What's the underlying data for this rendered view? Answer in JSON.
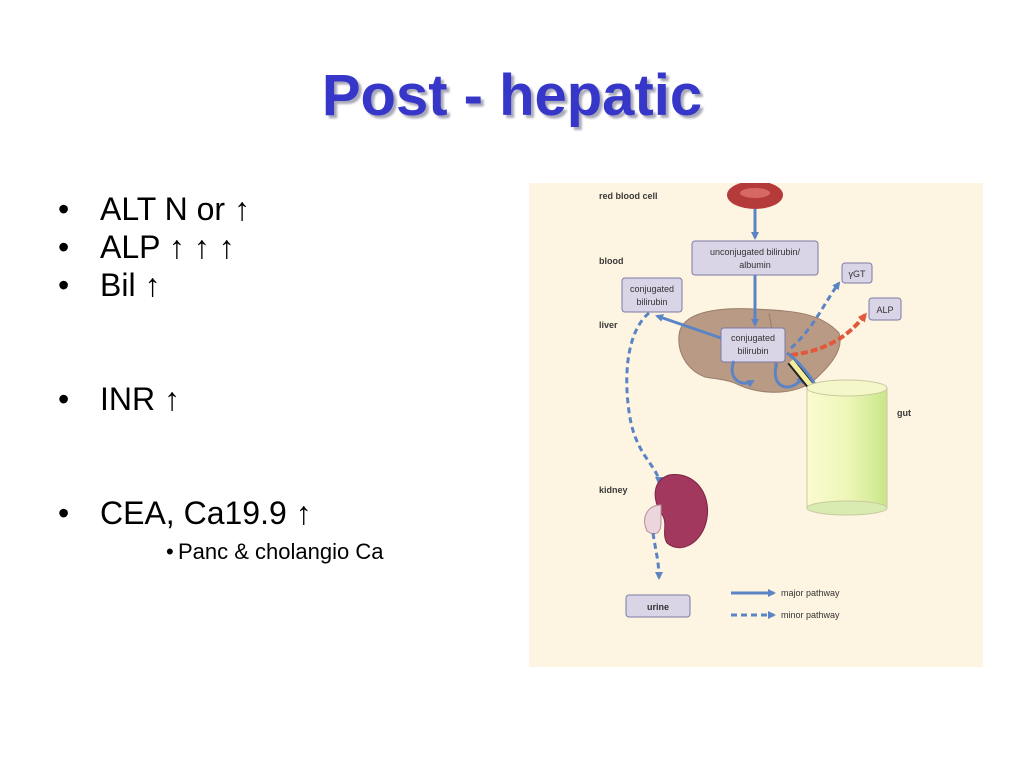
{
  "slide": {
    "title": "Post - hepatic",
    "bullets": [
      {
        "text": "ALT N or ↑"
      },
      {
        "text": "ALP ↑ ↑ ↑"
      },
      {
        "text": "Bil ↑"
      },
      {
        "text": "INR ↑"
      },
      {
        "text": "CEA, Ca19.9 ↑"
      },
      {
        "text": "Panc & cholangio Ca"
      }
    ]
  },
  "diagram": {
    "labels": {
      "red_blood_cell": "red blood cell",
      "blood": "blood",
      "liver": "liver",
      "kidney": "kidney",
      "gut": "gut"
    },
    "boxes": {
      "unconjugated_l1": "unconjugated bilirubin/",
      "unconjugated_l2": "albumin",
      "conj_blood_l1": "conjugated",
      "conj_blood_l2": "bilirubin",
      "conj_liver_l1": "conjugated",
      "conj_liver_l2": "bilirubin",
      "ggt": "γGT",
      "alp": "ALP",
      "urine": "urine"
    },
    "legend": {
      "major": "major pathway",
      "minor": "minor pathway"
    },
    "colors": {
      "major_arrow": "#5b84c4",
      "alp_arrow": "#e2583a",
      "box_fill": "#d9d4e6",
      "liver": "#b99a84",
      "kidney": "#a2385e",
      "rbc": "#b53a3a"
    }
  }
}
